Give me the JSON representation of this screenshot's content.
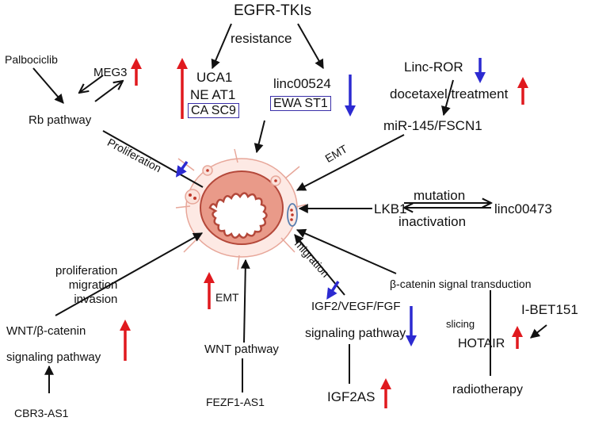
{
  "labels": {
    "egfr": "EGFR-TKIs",
    "resistance": "resistance",
    "palbociclib": "Palbociclib",
    "meg3": "MEG3",
    "rb_pathway": "Rb pathway",
    "proliferation": "Proliferation",
    "uca1": "UCA1",
    "neat1": "NE AT1",
    "casc9": "CA SC9",
    "linc00524": "linc00524",
    "ewast1": "EWA ST1",
    "linc_ror": "Linc-ROR",
    "docetaxel": "docetaxel treatment",
    "mir145": "miR-145/FSCN1",
    "emt_right": "EMT",
    "lkb1": "LKB1",
    "mutation": "mutation",
    "linc00473": "linc00473",
    "inactivation": "inactivation",
    "migration": "migration",
    "beta_catenin_signal": "β-catenin signal transduction",
    "ppi": "proliferation\nmigration\ninvasion",
    "wnt_beta": "WNT/β-catenin",
    "signaling1": "signaling pathway",
    "cbr3": "CBR3-AS1",
    "emt_bottom": "EMT",
    "wnt_pathway": "WNT pathway",
    "fezf1": "FEZF1-AS1",
    "igf2": "IGF2/VEGF/FGF",
    "signaling2": "signaling pathway",
    "igf2as": "IGF2AS",
    "slicing": "slicing",
    "ibet": "I-BET151",
    "hotair": "HOTAIR",
    "radiotherapy": "radiotherapy"
  },
  "colors": {
    "up": "#e0191e",
    "down": "#2c2ad1",
    "box": "#3a2fa8"
  },
  "icons": {
    "up": "red-up-arrow-icon",
    "down": "blue-down-arrow-icon"
  }
}
